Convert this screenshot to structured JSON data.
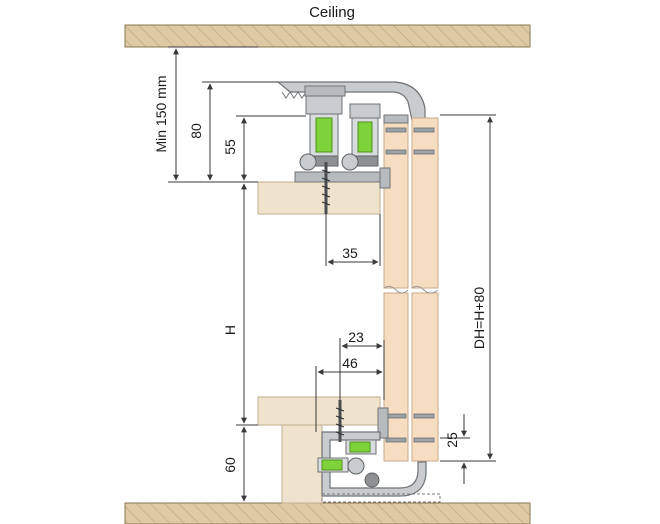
{
  "diagram": {
    "ceiling_label": "Ceiling",
    "dimensions": {
      "min_height": "Min 150 mm",
      "track_height": "80",
      "hanger_height": "55",
      "top_offset": "35",
      "door_height": "H",
      "bottom_offset_inner": "23",
      "bottom_offset_outer": "46",
      "floor_guide_height": "25",
      "bottom_clearance": "60",
      "total_door_height": "DH=H+80"
    }
  },
  "colors": {
    "ceiling_fill": "#ddc9a3",
    "wood_fill": "#efe3cd",
    "wood_edge": "#bfae90",
    "door_fill": "#f6dcc0",
    "door_edge": "#caa888",
    "metal_fill": "#c9ccce",
    "metal_dark": "#8d9194",
    "accent_green": "#7fd33a",
    "dim_line": "#3a3a3a"
  }
}
